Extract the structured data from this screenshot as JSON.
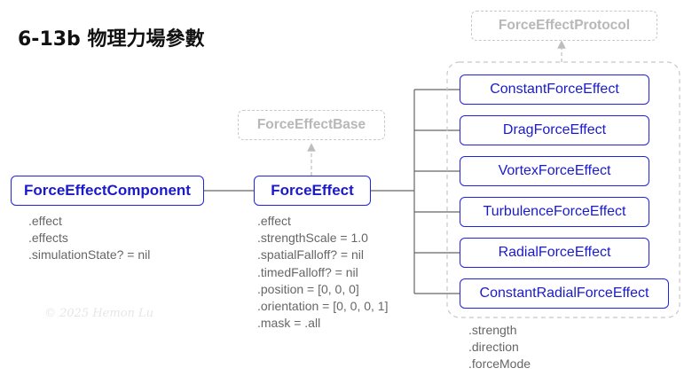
{
  "title": "6-13b 物理力場參數",
  "watermark": "© 2025 Hemon Lu",
  "nodes": {
    "component": "ForceEffectComponent",
    "force_effect": "ForceEffect",
    "force_effect_base": "ForceEffectBase",
    "force_effect_protocol": "ForceEffectProtocol",
    "effects": [
      "ConstantForceEffect",
      "DragForceEffect",
      "VortexForceEffect",
      "TurbulenceForceEffect",
      "RadialForceEffect",
      "ConstantRadialForceEffect"
    ]
  },
  "component_props": [
    ".effect",
    ".effects",
    ".simulationState? = nil"
  ],
  "force_effect_props": [
    ".effect",
    ".strengthScale = 1.0",
    ".spatialFalloff? = nil",
    ".timedFalloff? = nil",
    ".position = [0, 0, 0]",
    ".orientation = [0, 0, 0, 1]",
    ".mask = .all"
  ],
  "protocol_props": [
    ".strength",
    ".direction",
    ".forceMode"
  ],
  "colors": {
    "accent": "#2222dd",
    "ghost": "#c8c8c8",
    "connector": "#555555"
  }
}
